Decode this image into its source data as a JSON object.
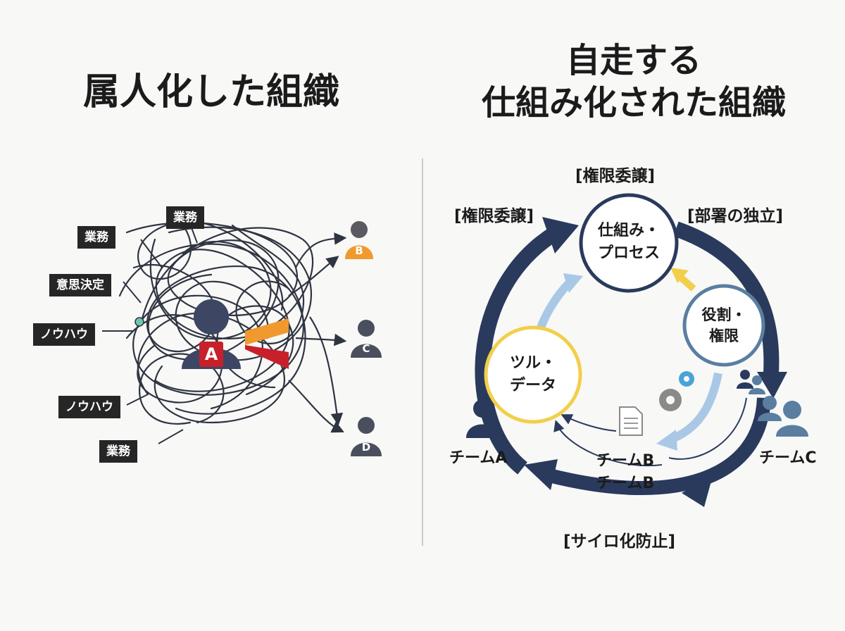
{
  "left": {
    "title": "属人化した組織",
    "tags": [
      "業務",
      "業務",
      "意思決定",
      "ノウハウ",
      "ノウハウ",
      "業務"
    ],
    "center_person_label": "A",
    "people": [
      "B",
      "C",
      "D"
    ]
  },
  "right": {
    "title_lines": [
      "自走する",
      "仕組み化された組織"
    ],
    "labels": {
      "top": "[権限委譲]",
      "top_left": "[権限委譲]",
      "top_right": "[部署の独立]",
      "bottom": "[サイロ化防止]"
    },
    "nodes": {
      "process": [
        "仕組み・",
        "プロセス"
      ],
      "roles": [
        "役割・",
        "権限"
      ],
      "tools": [
        "ツル・",
        "データ"
      ]
    },
    "teams": {
      "a": "チームA",
      "b1": "チームB",
      "b2": "チームB",
      "c": "チームC"
    }
  },
  "colors": {
    "navy": "#2a3a5c",
    "light_blue": "#a9c8e6",
    "yellow": "#f2cf4a",
    "orange": "#f0992e",
    "red": "#c8202a",
    "person_gray": "#5a5a60",
    "steel_blue": "#5a7ea0"
  }
}
